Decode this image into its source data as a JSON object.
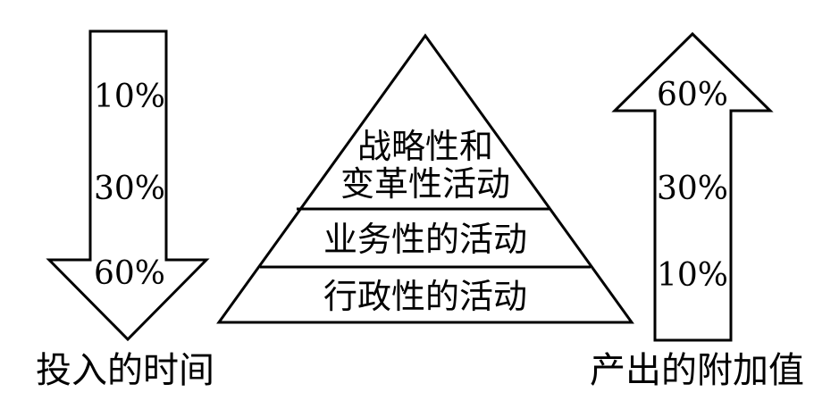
{
  "left_arrow": {
    "direction": "down",
    "percentages": [
      "10%",
      "30%",
      "60%"
    ],
    "caption": "投入的时间"
  },
  "pyramid": {
    "levels": [
      {
        "lines": [
          "战略性和",
          "变革性活动"
        ]
      },
      {
        "lines": [
          "业务性的活动"
        ]
      },
      {
        "lines": [
          "行政性的活动"
        ]
      }
    ]
  },
  "right_arrow": {
    "direction": "up",
    "percentages": [
      "60%",
      "30%",
      "10%"
    ],
    "caption": "产出的附加值"
  }
}
